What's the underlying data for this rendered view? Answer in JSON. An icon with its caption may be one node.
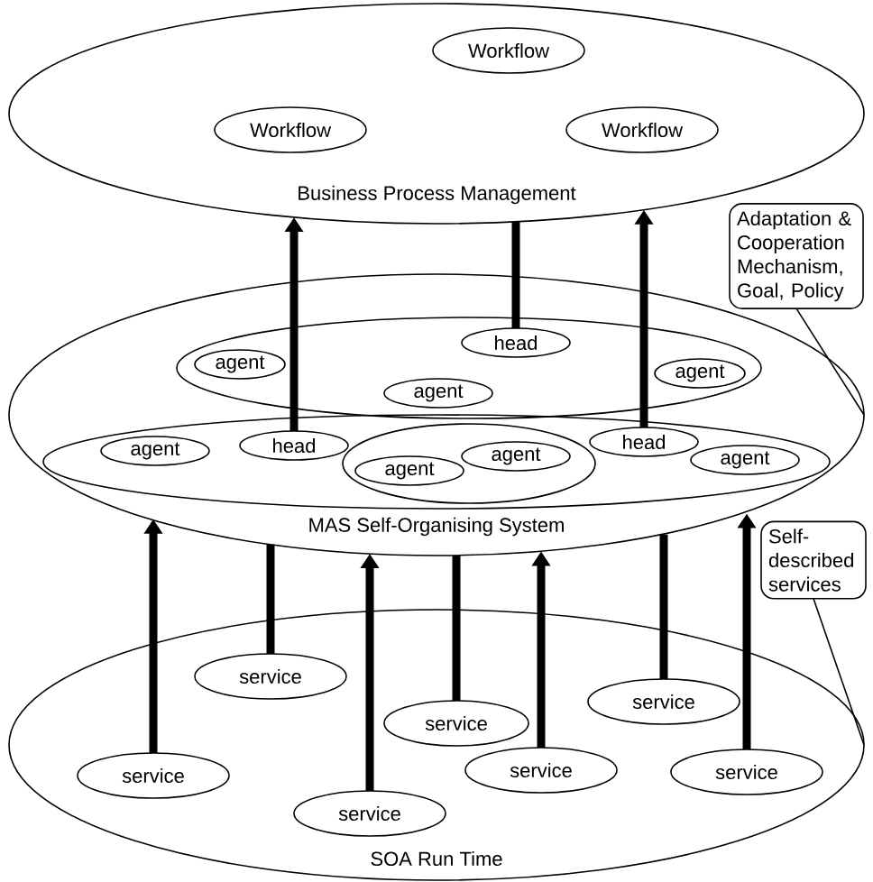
{
  "diagram": {
    "nodes": [
      {
        "text": [
          "Business Process Management"
        ]
      },
      {
        "text": [
          "Workflow"
        ],
        "in": 0
      },
      {
        "text": [
          "Workflow"
        ],
        "in": 0
      },
      {
        "text": [
          "Workflow"
        ],
        "in": 0
      },
      {
        "text": [
          "Adaptation & Cooperation Mechanism, Goal, Policy"
        ]
      },
      {
        "text": [
          "MAS Self-Organising System"
        ]
      },
      {
        "text": [],
        "shape": "ellipse",
        "in": 5
      },
      {
        "text": [
          "head"
        ],
        "in": 6
      },
      {
        "text": [
          "agent"
        ],
        "in": 6
      },
      {
        "text": [
          "agent"
        ],
        "in": 6
      },
      {
        "text": [
          "agent"
        ],
        "in": 6
      },
      {
        "text": [],
        "shape": "ellipse",
        "in": 5
      },
      {
        "text": [
          "agent"
        ],
        "in": 11
      },
      {
        "text": [
          "head"
        ],
        "in": 11
      },
      {
        "text": [],
        "shape": "ellipse",
        "in": 11
      },
      {
        "text": [
          "agent"
        ],
        "in": 14
      },
      {
        "text": [
          "agent"
        ],
        "in": 14
      },
      {
        "text": [
          "head"
        ],
        "in": 11
      },
      {
        "text": [
          "agent"
        ],
        "in": 11
      },
      {
        "text": [
          "Self- described services"
        ]
      },
      {
        "text": [
          "SOA Run Time"
        ]
      },
      {
        "text": [
          "service"
        ],
        "in": 20
      },
      {
        "text": [
          "service"
        ],
        "in": 20
      },
      {
        "text": [
          "service"
        ],
        "in": 20
      },
      {
        "text": [
          "service"
        ],
        "in": 20
      },
      {
        "text": [
          "service"
        ],
        "in": 20
      },
      {
        "text": [
          "service"
        ],
        "in": 20
      },
      {
        "text": [
          "service"
        ],
        "in": 20
      }
    ],
    "edges": [
      {
        "from": 13,
        "to": 0,
        "arrow": "to"
      },
      {
        "from": 7,
        "to": 0,
        "arrow": "none"
      },
      {
        "from": 17,
        "to": 0,
        "arrow": "to"
      },
      {
        "from": 4,
        "to": 5,
        "arrow": "none"
      },
      {
        "from": 24,
        "to": 5,
        "arrow": "to"
      },
      {
        "from": 21,
        "to": 5,
        "arrow": "none"
      },
      {
        "from": 23,
        "to": 5,
        "arrow": "none"
      },
      {
        "from": 27,
        "to": 5,
        "arrow": "to"
      },
      {
        "from": 25,
        "to": 5,
        "arrow": "to"
      },
      {
        "from": 22,
        "to": 5,
        "arrow": "none"
      },
      {
        "from": 26,
        "to": 5,
        "arrow": "to"
      },
      {
        "from": 19,
        "to": 20,
        "arrow": "none"
      }
    ]
  }
}
